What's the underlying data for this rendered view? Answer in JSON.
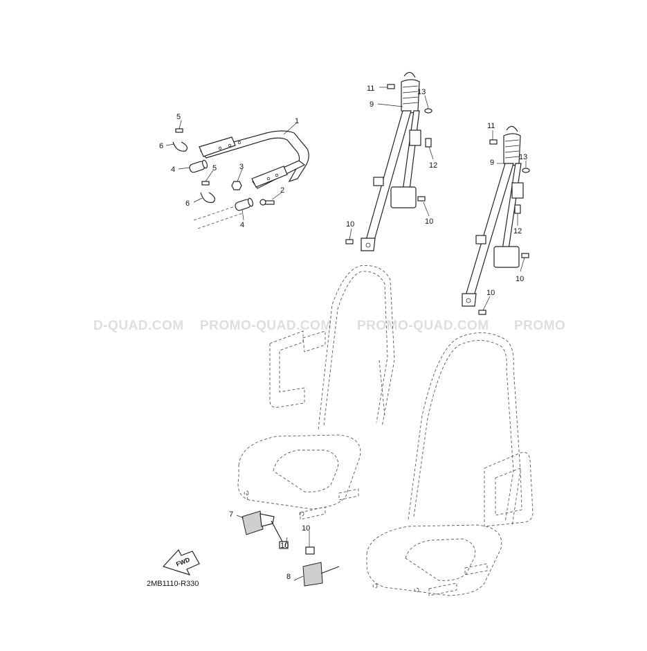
{
  "watermark": {
    "items": [
      "D-QUAD.COM",
      "PROMO-QUAD.COM",
      "PROMO-QUAD.COM",
      "PROMO"
    ]
  },
  "diagram": {
    "code": "2MB1110-R330",
    "fwd_label": "FWD",
    "callouts": [
      "1",
      "2",
      "3",
      "4",
      "4",
      "5",
      "5",
      "6",
      "6",
      "7",
      "8",
      "9",
      "9",
      "10",
      "10",
      "10",
      "10",
      "10",
      "10",
      "11",
      "11",
      "12",
      "12",
      "13",
      "13"
    ]
  }
}
